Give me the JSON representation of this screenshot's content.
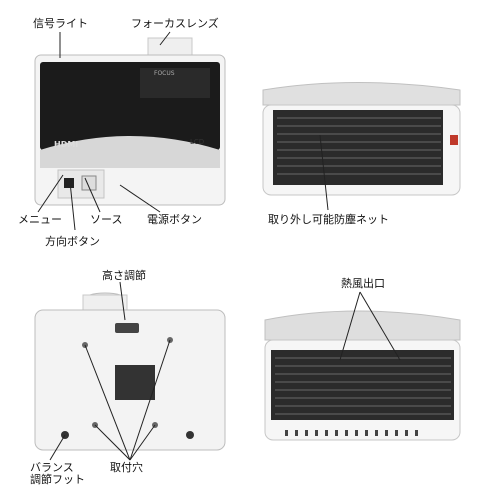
{
  "labels": {
    "signal_light": "信号ライト",
    "focus_lens": "フォーカスレンズ",
    "menu": "メニュー",
    "source": "ソース",
    "power_button": "電源ボタン",
    "direction_button": "方向ボタン",
    "removable_dust_net": "取り外し可能防塵ネット",
    "height_adjust": "高さ調節",
    "hot_air_outlet": "熱風出口",
    "balance_foot": "バランス\n調節フット",
    "mount_holes": "取付穴"
  },
  "device_text": {
    "hdmi": "HDMI",
    "lcd": "LCD",
    "focus": "FOCUS"
  }
}
